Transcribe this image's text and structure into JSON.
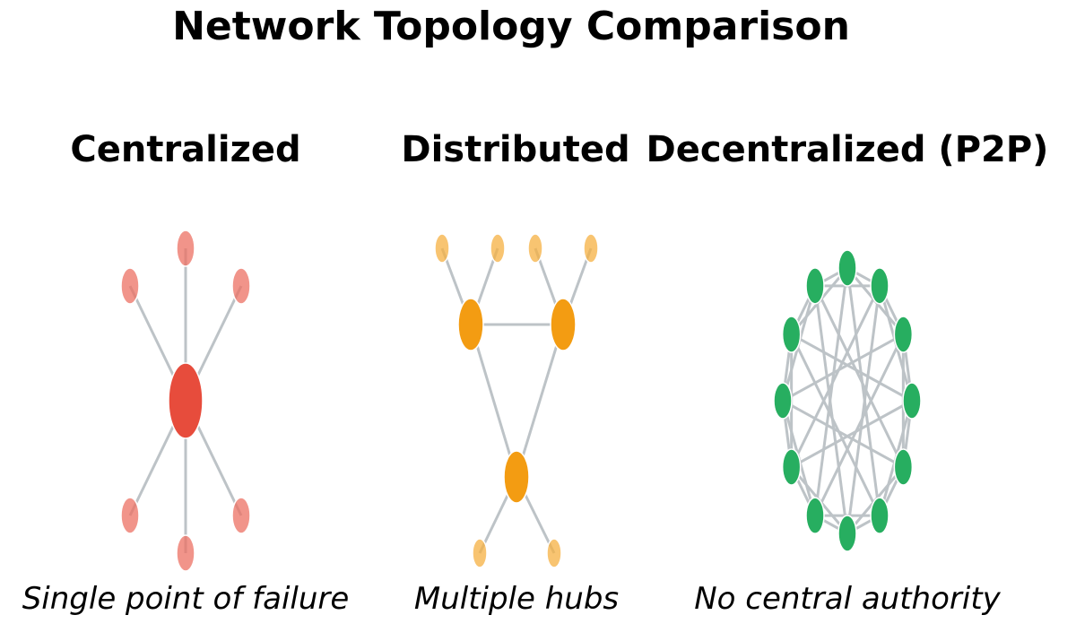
{
  "title": "Network Topology Comparison",
  "panels": [
    {
      "key": "centralized",
      "title": "Centralized",
      "caption": "Single point of failure",
      "hub_color": "#e74c3c",
      "node_color": "#ec7063"
    },
    {
      "key": "distributed",
      "title": "Distributed",
      "caption": "Multiple hubs",
      "hub_color": "#f39c12",
      "node_color": "#f5b041"
    },
    {
      "key": "decentralized",
      "title": "Decentralized (P2P)",
      "caption": "No central authority",
      "hub_color": "#27ae60",
      "node_color": "#27ae60"
    }
  ],
  "edge_color": "#bdc3c7"
}
